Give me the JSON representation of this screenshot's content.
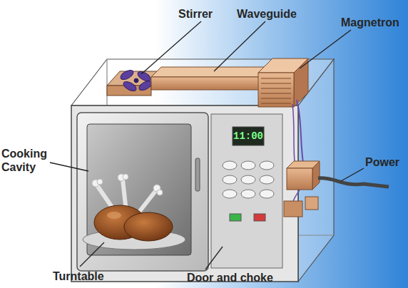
{
  "diagram": {
    "labels": [
      "Stirrer",
      "Waveguide",
      "Magnetron",
      "Cooking Cavity",
      "Power",
      "Turntable",
      "Door and choke",
      "11:00"
    ]
  }
}
